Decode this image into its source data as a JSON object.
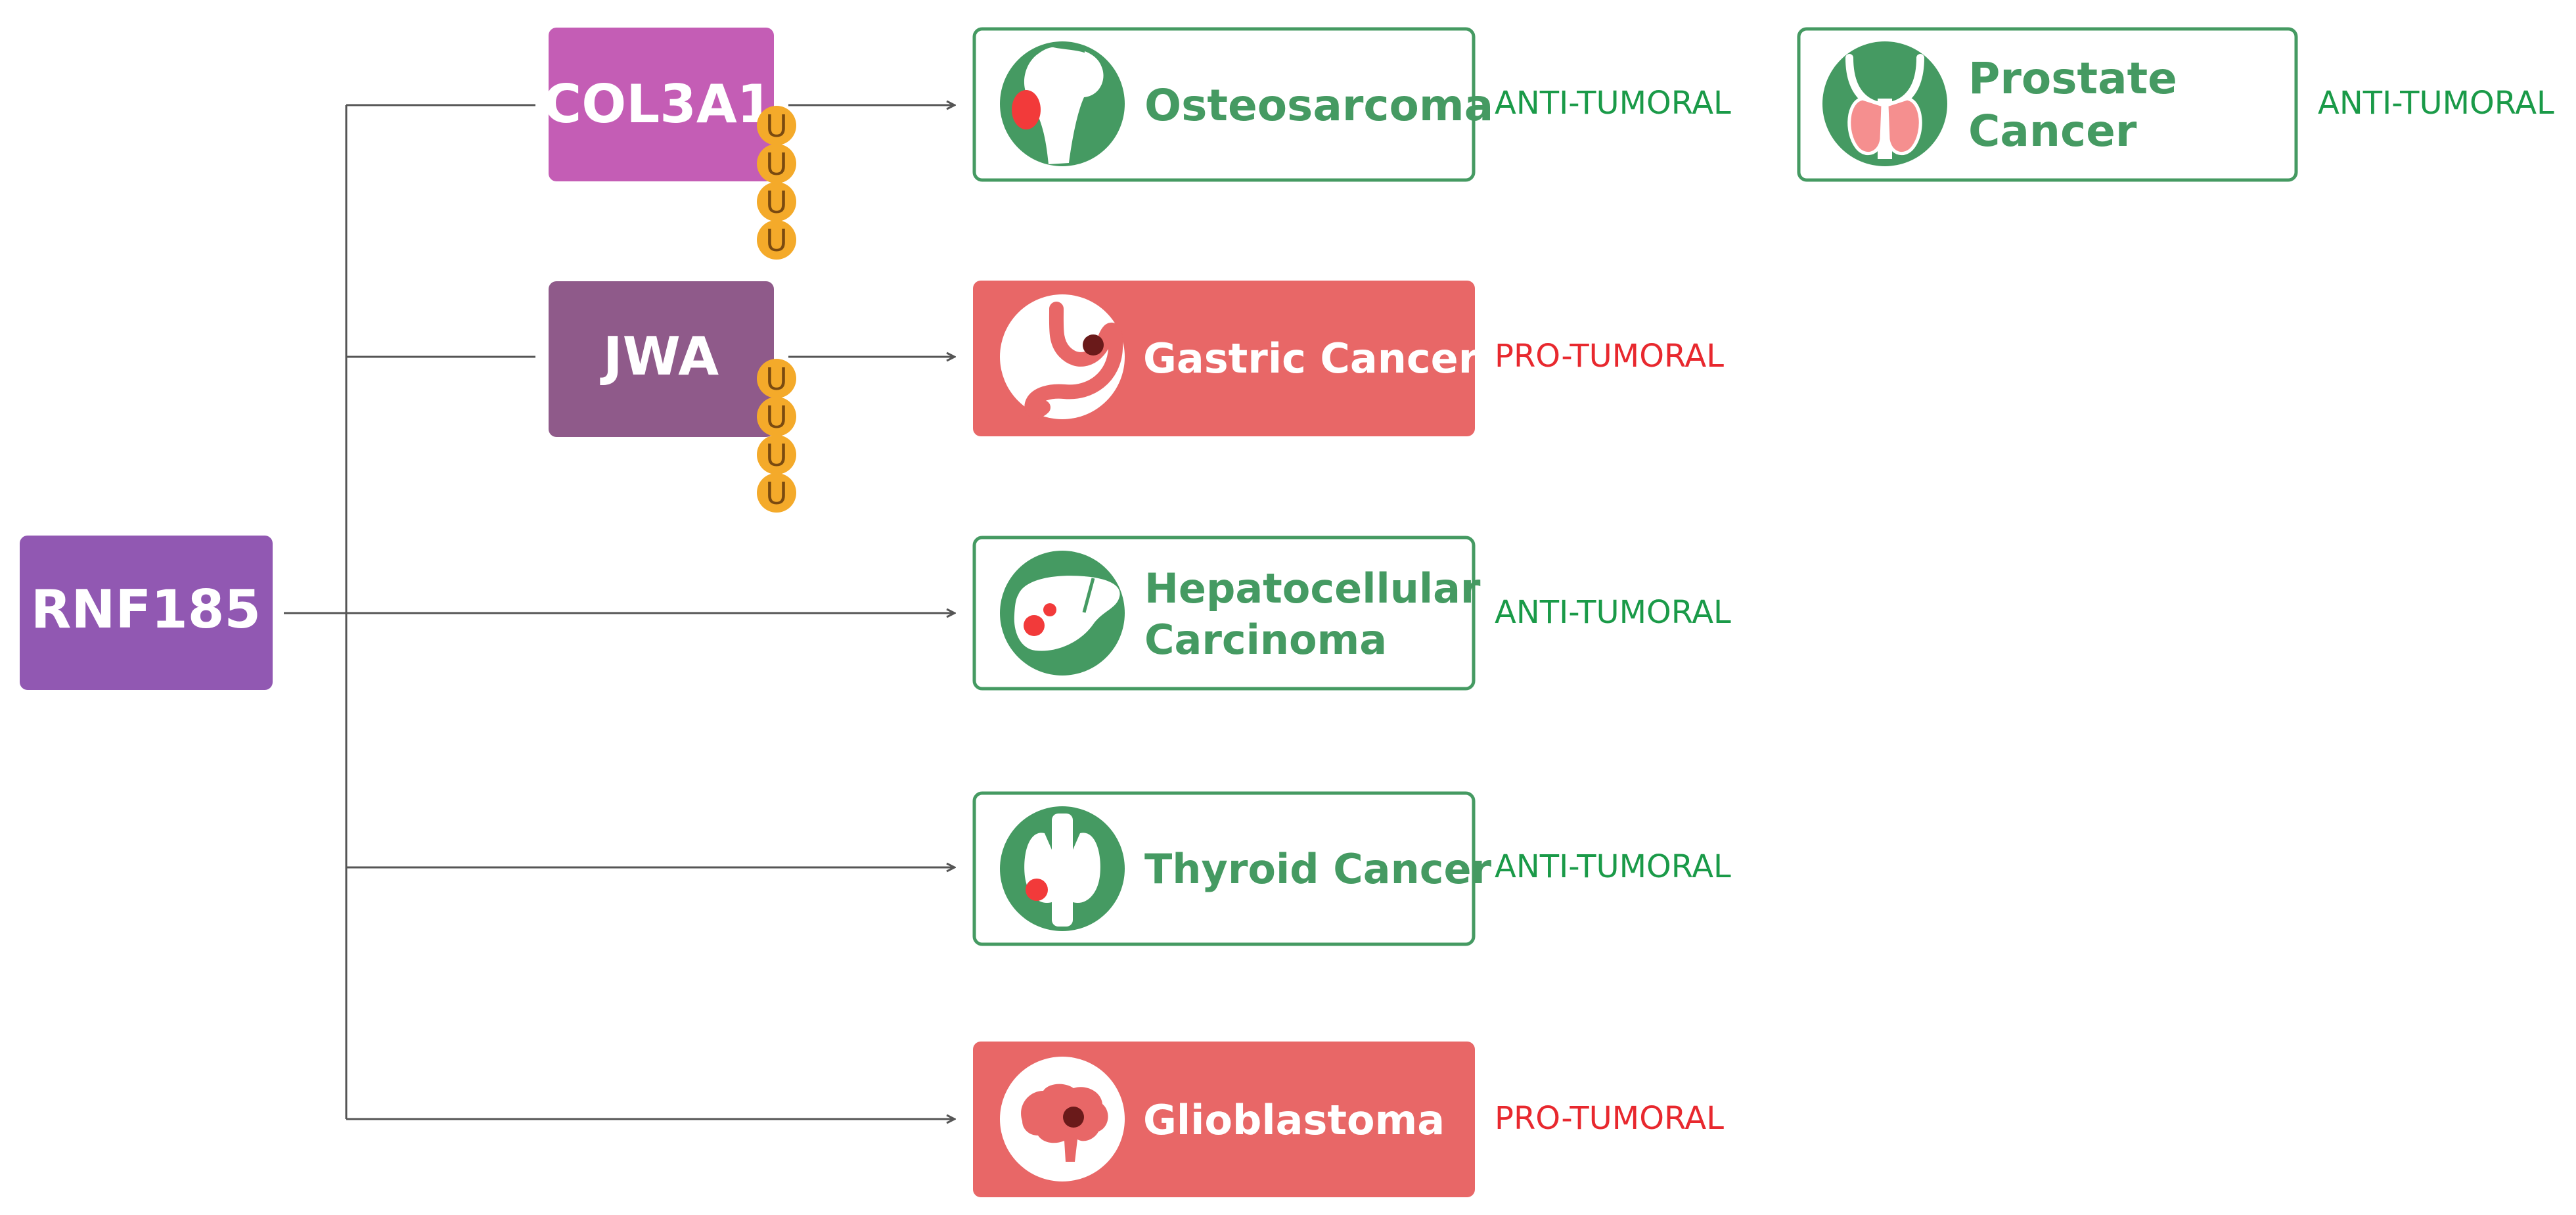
{
  "colors": {
    "line": "#555555",
    "rnf_box": "#9158b2",
    "col3a1_box": "#c45db5",
    "jwa_box": "#8f5a8a",
    "anti_green": "#459a62",
    "anti_label": "#1a9a48",
    "pro_red": "#e86767",
    "pro_label": "#e8282e",
    "ubiquitin": "#f4aa2a",
    "ubiquitin_text": "#7a4a10",
    "tumor_spot": "#f23a3a",
    "tumor_dark": "#6a1a1a",
    "white": "#ffffff"
  },
  "root": {
    "label": "RNF185"
  },
  "substrates": {
    "col3a1": {
      "label": "COL3A1",
      "ubiquitin": [
        "U",
        "U",
        "U",
        "U"
      ]
    },
    "jwa": {
      "label": "JWA",
      "ubiquitin": [
        "U",
        "U",
        "U",
        "U"
      ]
    }
  },
  "cancers": {
    "osteosarcoma": {
      "name": [
        "Osteosarcoma"
      ],
      "effect": "ANTI-TUMORAL",
      "icon": "bone-icon",
      "style": "anti"
    },
    "prostate": {
      "name": [
        "Prostate",
        "Cancer"
      ],
      "effect": "ANTI-TUMORAL",
      "icon": "prostate-icon",
      "style": "anti"
    },
    "gastric": {
      "name": [
        "Gastric Cancer"
      ],
      "effect": "PRO-TUMORAL",
      "icon": "stomach-icon",
      "style": "pro"
    },
    "hepatocellular": {
      "name": [
        "Hepatocellular",
        "Carcinoma"
      ],
      "effect": "ANTI-TUMORAL",
      "icon": "liver-icon",
      "style": "anti"
    },
    "thyroid": {
      "name": [
        "Thyroid Cancer"
      ],
      "effect": "ANTI-TUMORAL",
      "icon": "thyroid-icon",
      "style": "anti"
    },
    "glioblastoma": {
      "name": [
        "Glioblastoma"
      ],
      "effect": "PRO-TUMORAL",
      "icon": "brain-icon",
      "style": "pro"
    }
  }
}
